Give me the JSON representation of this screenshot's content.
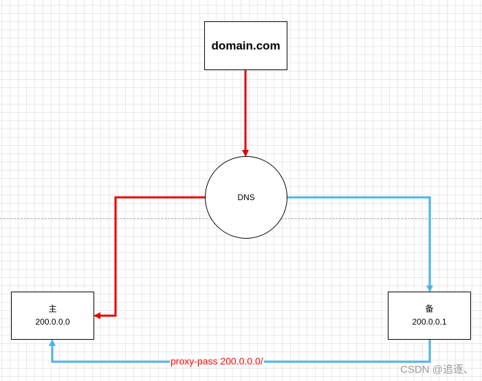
{
  "diagram": {
    "nodes": {
      "domain": {
        "label": "domain.com"
      },
      "dns": {
        "label": "DNS"
      },
      "primary": {
        "title": "主",
        "ip": "200.0.0.0"
      },
      "backup": {
        "title": "备",
        "ip": "200.0.0.1"
      }
    },
    "edges": [
      {
        "from": "domain",
        "to": "dns",
        "color": "#e50000"
      },
      {
        "from": "dns",
        "to": "primary",
        "color": "#e50000"
      },
      {
        "from": "dns",
        "to": "backup",
        "color": "#4db3ea"
      },
      {
        "from": "backup",
        "to": "primary",
        "color": "#4db3ea",
        "label": "proxy-pass 200.0.0.0/"
      }
    ]
  },
  "watermark": "CSDN @追逐、"
}
